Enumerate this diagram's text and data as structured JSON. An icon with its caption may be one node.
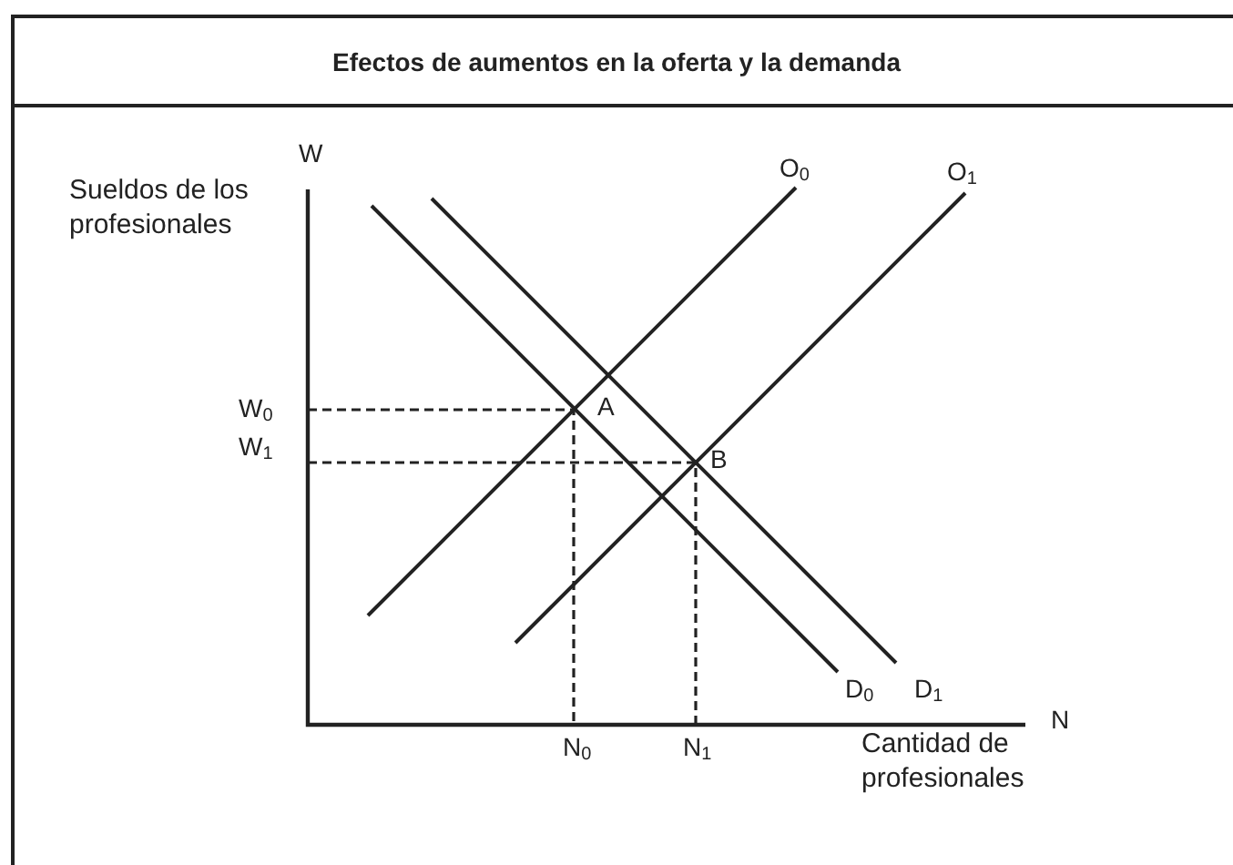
{
  "diagram": {
    "title": "Efectos de aumentos en la oferta y la demanda",
    "labels": [
      "W",
      "Sueldos de los profesionales",
      "O$_{0}$",
      "O$_{1}$",
      "W$_{0}$",
      "A",
      "W$_{1}$",
      "B",
      "D$_{0}$",
      "D$_{1}$",
      "N",
      "N$_{0}$",
      "N$_{1}$",
      "Cantidad de profesionales"
    ]
  }
}
